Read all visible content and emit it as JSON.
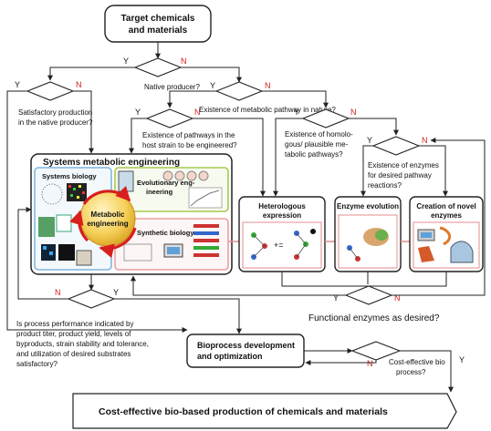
{
  "start_box": {
    "line1": "Target chemicals",
    "line2": "and materials"
  },
  "questions": {
    "native_producer": "Native producer?",
    "satisfactory_native": [
      "Satisfactory production",
      "in the native producer?"
    ],
    "pathway_in_nature": "Existence of metabolic pathway in nature?",
    "pathways_in_host": [
      "Existence of pathways in the",
      "host strain to be engineered?"
    ],
    "homologous": [
      "Existence of homolo-",
      "gous/ plausible me-",
      "tabolic pathways?"
    ],
    "enzymes_exist": [
      "Existence of enzymes",
      "for desired pathway",
      "reactions?"
    ],
    "process_performance": [
      "Is process performance indicated by",
      "product titer, product yield, levels of",
      "byproducts, strain stability and tolerance,",
      "and utilization of desired substrates",
      "satisfactory?"
    ],
    "cost_effective": [
      "Cost-effective bio",
      "process?"
    ]
  },
  "decision_labels": {
    "yes": "Y",
    "no": "N"
  },
  "sme_panel": {
    "title": "Systems metabolic engineering",
    "systems_biology": "Systems biology",
    "evolutionary": [
      "Evolutionary eng-",
      "ineering"
    ],
    "synthetic_biology": "Synthetic biology",
    "center": [
      "Metabolic",
      "engineering"
    ]
  },
  "right_boxes": {
    "heterologous": [
      "Heterologous",
      "expression"
    ],
    "enzyme_evolution": "Enzyme evolution",
    "novel_enzymes": [
      "Creation of novel",
      "enzymes"
    ]
  },
  "functional_enzymes": "Functional enzymes as desired?",
  "bioprocess": [
    "Bioprocess development",
    "and optimization"
  ],
  "final_box": "Cost-effective bio-based production of chemicals and materials",
  "colors": {
    "systems_biology_border": "#7fb6e0",
    "evolutionary_border": "#a6c94f",
    "synthetic_border": "#e9a0a0",
    "circle_fill": "#f6d15c",
    "cycle_arrows": "#d71f1f",
    "no_label": "#d42020"
  }
}
